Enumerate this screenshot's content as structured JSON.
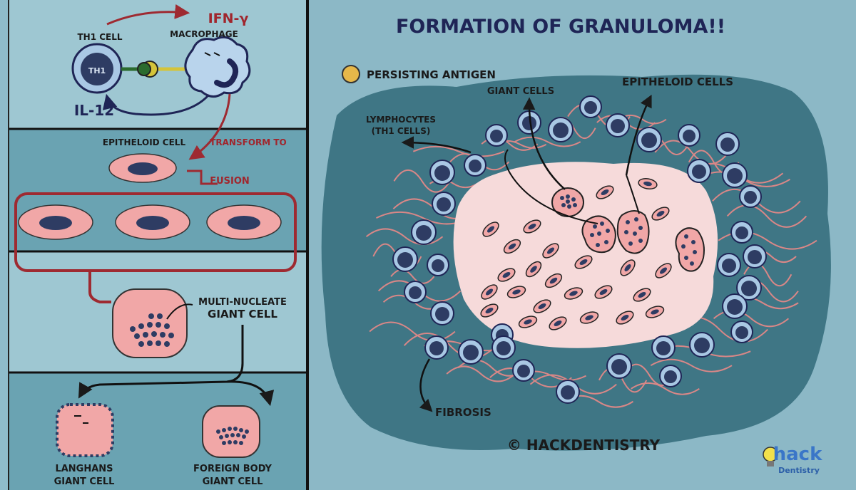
{
  "title": "FORMATION OF GRANULOMA!!",
  "left_panel": {
    "th1_cell_label": "TH1 CELL",
    "th1_inner": "TH1",
    "macrophage_label": "MACROPHAGE",
    "ifn_label": "IFN-γ",
    "il12_label": "IL-12",
    "transform_label": "TRANSFORM TO",
    "epitheloid_cell_label": "EPITHELOID CELL",
    "fusion_label": "FUSION",
    "multinucleate_line1": "MULTI-NUCLEATE",
    "multinucleate_line2": "GIANT CELL",
    "langhans_line1": "LANGHANS",
    "langhans_line2": "GIANT CELL",
    "foreign_body_line1": "FOREIGN BODY",
    "foreign_body_line2": "GIANT CELL"
  },
  "right_panel": {
    "persisting_antigen": "PERSISTING ANTIGEN",
    "giant_cells": "GIANT CELLS",
    "epitheloid_cells": "EPITHELOID CELLS",
    "lymphocytes_line1": "LYMPHOCYTES",
    "lymphocytes_line2": "(TH1 CELLS)",
    "fibrosis": "FIBROSIS",
    "copyright": "© HACKDENTISTRY"
  },
  "logo": {
    "line1": "hack",
    "line2": "Dentistry"
  },
  "colors": {
    "panel_light": "#9ec7d2",
    "panel_dark": "#5f9aaa",
    "granuloma_blue": "#3f7685",
    "pink_core": "#f6dada",
    "cell_pink": "#f1a7a7",
    "nucleus": "#2e3c63",
    "fibrosis_red": "#d98787",
    "arrow_red": "#9e2a31",
    "lymphocyte_outer": "#a9c8e4"
  }
}
